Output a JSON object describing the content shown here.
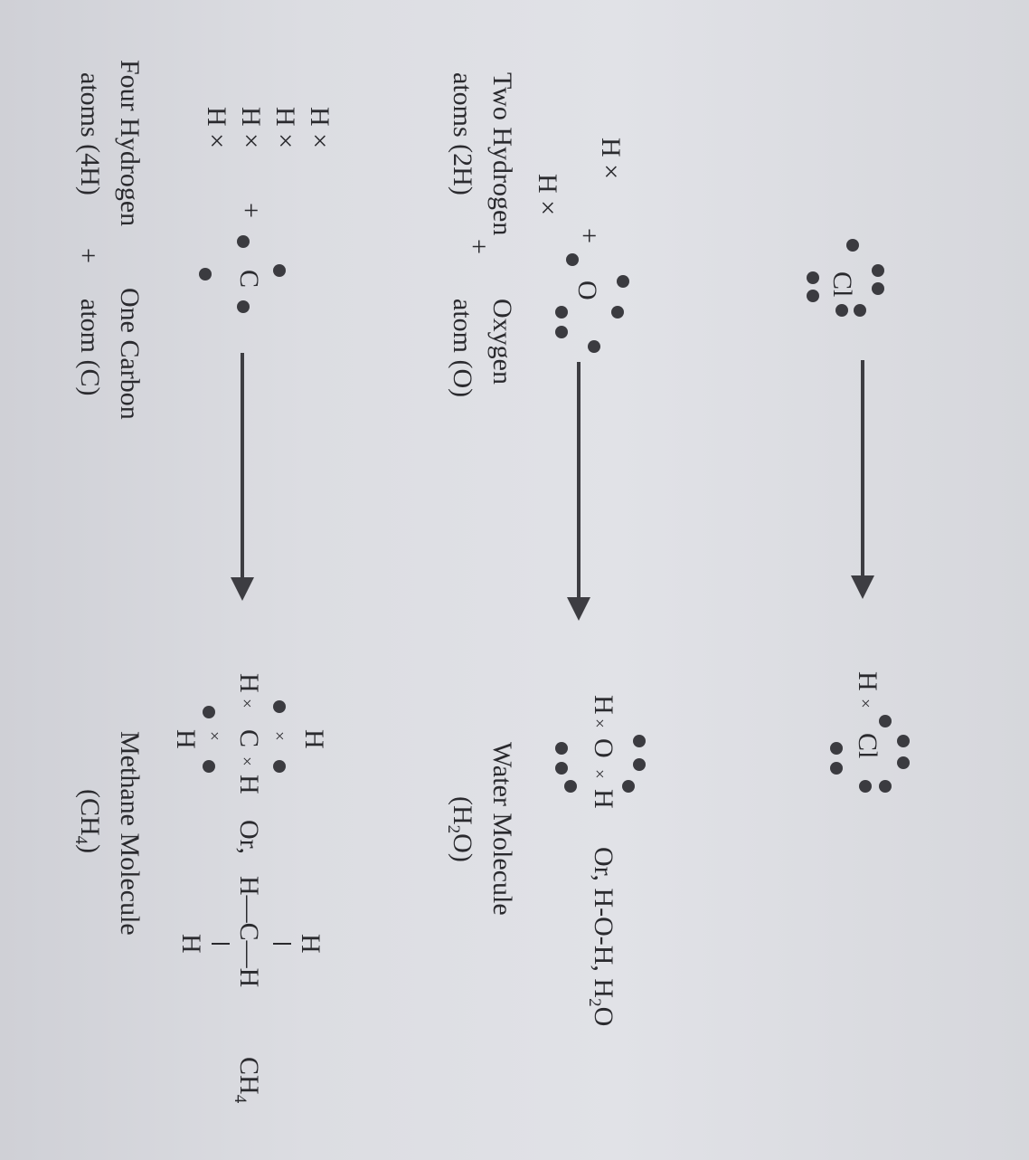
{
  "chlorine": {
    "reactant": "Cl",
    "product_h": "H",
    "product_x": "×",
    "product_cl": "Cl"
  },
  "water": {
    "h_top": "H ×",
    "h_bottom": "H ×",
    "plus": "+",
    "oxygen": "O",
    "product": "H",
    "product_x1": "×",
    "product_o": "O",
    "product_x2": "×",
    "product_h2": "H",
    "alt_formula": "Or, H-O-H, H",
    "alt_sub": "2",
    "alt_o": "O",
    "caption_left_line1": "Two Hydrogen",
    "caption_left_line2": "atoms (2H)",
    "caption_plus": "+",
    "caption_mid_line1": "Oxygen",
    "caption_mid_line2": "atom (O)",
    "caption_right_line1": "Water Molecule",
    "caption_right_line2": "(H",
    "caption_right_sub": "2",
    "caption_right_end": "O)"
  },
  "methane": {
    "h1": "H ×",
    "h2": "H ×",
    "h3": "H ×",
    "h4": "H ×",
    "plus": "+",
    "carbon": "C",
    "p_top": "H",
    "p_left": "H",
    "p_x_left": "×",
    "p_c": "C",
    "p_x_right": "×",
    "p_right": "H",
    "p_bottom": "H",
    "p_x_top": "×",
    "p_x_bottom": "×",
    "or": "Or,",
    "s_top": "H",
    "s_mid": "H—C—H",
    "s_bottom": "H",
    "ch": "CH",
    "ch_sub": "4",
    "caption_left_line1": "Four Hydrogen",
    "caption_left_line2": "atoms (4H)",
    "caption_plus": "+",
    "caption_mid_line1": "One Carbon",
    "caption_mid_line2": "atom (C)",
    "caption_right_line1": "Methane Molecule",
    "caption_right_line2": "(CH",
    "caption_right_sub": "4",
    "caption_right_end": ")"
  },
  "colors": {
    "ink": "#2a2a2e",
    "paper": "#dcdde2",
    "dot": "#3b3b40"
  }
}
